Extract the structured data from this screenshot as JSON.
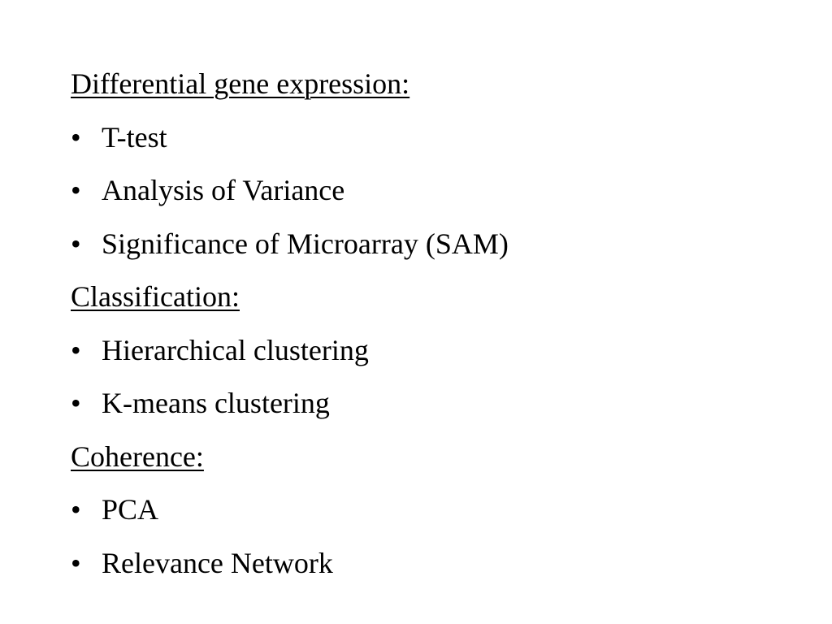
{
  "bullet_glyph": "•",
  "sections": [
    {
      "heading": "Differential gene expression:",
      "items": [
        "T-test",
        "Analysis of Variance",
        "Significance of Microarray (SAM)"
      ]
    },
    {
      "heading": "Classification:",
      "items": [
        "Hierarchical clustering",
        "K-means clustering"
      ]
    },
    {
      "heading": "Coherence:",
      "items": [
        "PCA",
        "Relevance Network"
      ]
    }
  ]
}
